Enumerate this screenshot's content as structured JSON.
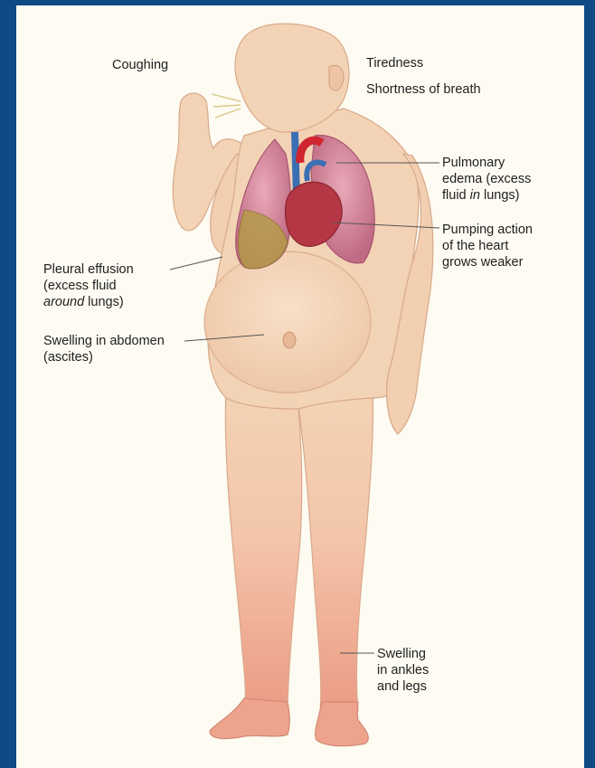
{
  "colors": {
    "border": "#0f4a86",
    "background": "#fdfbf2",
    "skin": "#f3d3b5",
    "lung": "#d98aa0",
    "heart": "#b53745",
    "vessel_blue": "#3b6fb3",
    "vessel_red": "#d0242f",
    "fluid": "#b59a48",
    "swelling": "#ec9b84"
  },
  "labels": {
    "coughing": "Coughing",
    "tiredness": "Tiredness",
    "shortness_of_breath": "Shortness of breath",
    "pulmonary_edema": {
      "line1": "Pulmonary",
      "line2": "edema (excess",
      "line3_pre": "fluid ",
      "line3_em": "in",
      "line3_post": " lungs)"
    },
    "pumping_action": {
      "line1": "Pumping action",
      "line2": "of the heart",
      "line3": "grows weaker"
    },
    "pleural_effusion": {
      "line1": "Pleural effusion",
      "line2": "(excess fluid",
      "line3_em": "around",
      "line3_post": " lungs)"
    },
    "swelling_abdomen": {
      "line1": "Swelling in abdomen",
      "line2": "(ascites)"
    },
    "swelling_legs": {
      "line1": "Swelling",
      "line2": "in ankles",
      "line3": "and legs"
    }
  }
}
